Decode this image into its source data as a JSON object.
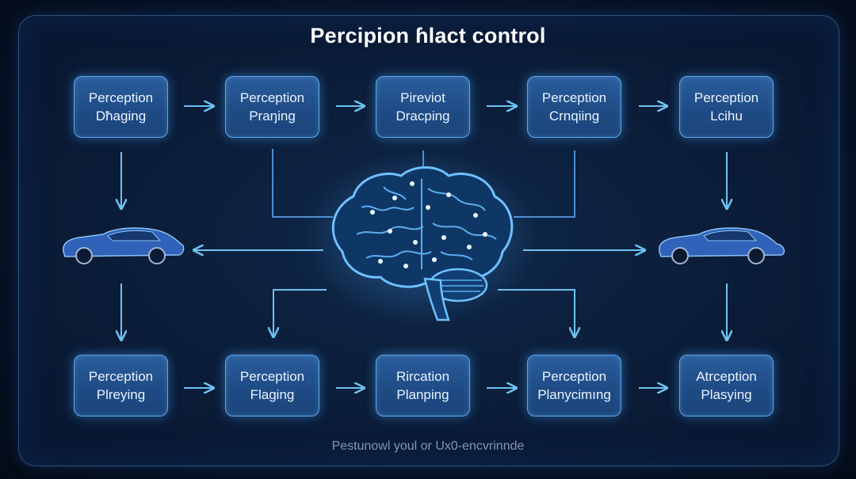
{
  "title": "Percipion ɦlact control",
  "footer": "Pestunowl youl or Ux0-encvrinnde",
  "colors": {
    "background": "#07142a",
    "node_fill": "#1f4c86",
    "node_border": "#5aa7ec",
    "arrow": "#6ec3f2",
    "connector": "#4f8fd0",
    "brain": "#5aaef0",
    "car": "#2f62b8"
  },
  "top_row": [
    {
      "line1": "Perception",
      "line2": "Dħaging"
    },
    {
      "line1": "Perception",
      "line2": "Praŋing"
    },
    {
      "line1": "Pireviot",
      "line2": "Dracping"
    },
    {
      "line1": "Perception",
      "line2": "Crnqiing"
    },
    {
      "line1": "Perception",
      "line2": "Lcihu"
    }
  ],
  "bottom_row": [
    {
      "line1": "Perception",
      "line2": "Plreying"
    },
    {
      "line1": "Perception",
      "line2": "Flaging"
    },
    {
      "line1": "Rircation",
      "line2": "Planping"
    },
    {
      "line1": "Perception",
      "line2": "Planycimıng"
    },
    {
      "line1": "Atrception",
      "line2": "Plasying"
    }
  ],
  "icons": {
    "center": "brain-icon",
    "left": "car-icon",
    "right": "car-icon"
  }
}
